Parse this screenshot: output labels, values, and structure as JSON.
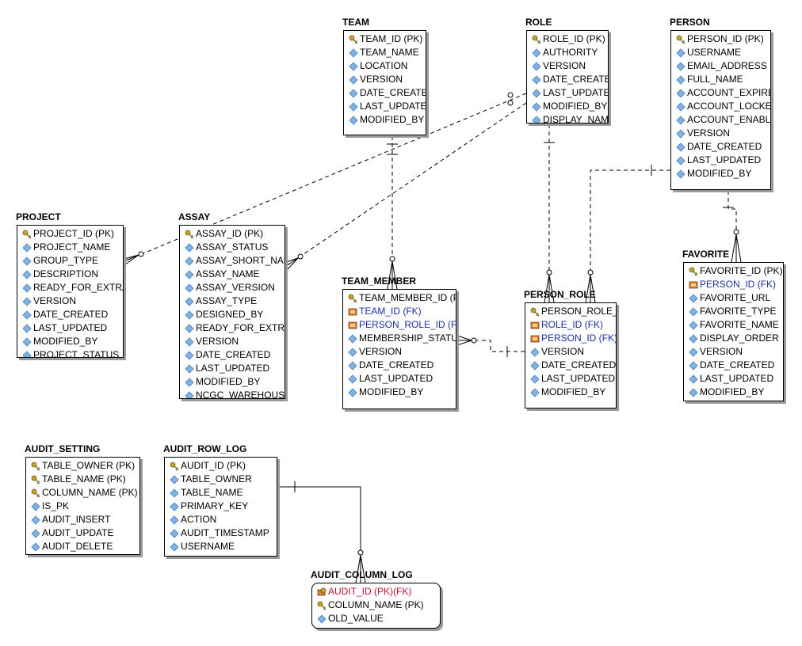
{
  "tables": [
    {
      "id": "team",
      "name": "TEAM",
      "cols": [
        {
          "name": "TEAM_ID (PK)",
          "kind": "pk"
        },
        {
          "name": "TEAM_NAME",
          "kind": "col"
        },
        {
          "name": "LOCATION",
          "kind": "col"
        },
        {
          "name": "VERSION",
          "kind": "col"
        },
        {
          "name": "DATE_CREATE",
          "kind": "col"
        },
        {
          "name": "LAST_UPDATE",
          "kind": "col"
        },
        {
          "name": "MODIFIED_BY",
          "kind": "col"
        }
      ]
    },
    {
      "id": "role",
      "name": "ROLE",
      "cols": [
        {
          "name": "ROLE_ID (PK)",
          "kind": "pk"
        },
        {
          "name": "AUTHORITY",
          "kind": "col"
        },
        {
          "name": "VERSION",
          "kind": "col"
        },
        {
          "name": "DATE_CREATE",
          "kind": "col"
        },
        {
          "name": "LAST_UPDATE",
          "kind": "col"
        },
        {
          "name": "MODIFIED_BY",
          "kind": "col"
        },
        {
          "name": "DISPLAY_NAME",
          "kind": "col"
        }
      ]
    },
    {
      "id": "person",
      "name": "PERSON",
      "cols": [
        {
          "name": "PERSON_ID (PK)",
          "kind": "pk"
        },
        {
          "name": "USERNAME",
          "kind": "col"
        },
        {
          "name": "EMAIL_ADDRESS",
          "kind": "col"
        },
        {
          "name": "FULL_NAME",
          "kind": "col"
        },
        {
          "name": "ACCOUNT_EXPIRE",
          "kind": "col"
        },
        {
          "name": "ACCOUNT_LOCKE",
          "kind": "col"
        },
        {
          "name": "ACCOUNT_ENABLE",
          "kind": "col"
        },
        {
          "name": "VERSION",
          "kind": "col"
        },
        {
          "name": "DATE_CREATED",
          "kind": "col"
        },
        {
          "name": "LAST_UPDATED",
          "kind": "col"
        },
        {
          "name": "MODIFIED_BY",
          "kind": "col"
        }
      ]
    },
    {
      "id": "project",
      "name": "PROJECT",
      "cols": [
        {
          "name": "PROJECT_ID (PK)",
          "kind": "pk"
        },
        {
          "name": "PROJECT_NAME",
          "kind": "col"
        },
        {
          "name": "GROUP_TYPE",
          "kind": "col"
        },
        {
          "name": "DESCRIPTION",
          "kind": "col"
        },
        {
          "name": "READY_FOR_EXTRA",
          "kind": "col"
        },
        {
          "name": "VERSION",
          "kind": "col"
        },
        {
          "name": "DATE_CREATED",
          "kind": "col"
        },
        {
          "name": "LAST_UPDATED",
          "kind": "col"
        },
        {
          "name": "MODIFIED_BY",
          "kind": "col"
        },
        {
          "name": "PROJECT_STATUS",
          "kind": "col"
        }
      ]
    },
    {
      "id": "assay",
      "name": "ASSAY",
      "cols": [
        {
          "name": "ASSAY_ID (PK)",
          "kind": "pk"
        },
        {
          "name": "ASSAY_STATUS",
          "kind": "col"
        },
        {
          "name": "ASSAY_SHORT_NAM",
          "kind": "col"
        },
        {
          "name": "ASSAY_NAME",
          "kind": "col"
        },
        {
          "name": "ASSAY_VERSION",
          "kind": "col"
        },
        {
          "name": "ASSAY_TYPE",
          "kind": "col"
        },
        {
          "name": "DESIGNED_BY",
          "kind": "col"
        },
        {
          "name": "READY_FOR_EXTRA",
          "kind": "col"
        },
        {
          "name": "VERSION",
          "kind": "col"
        },
        {
          "name": "DATE_CREATED",
          "kind": "col"
        },
        {
          "name": "LAST_UPDATED",
          "kind": "col"
        },
        {
          "name": "MODIFIED_BY",
          "kind": "col"
        },
        {
          "name": "NCGC_WAREHOUSE",
          "kind": "col"
        }
      ]
    },
    {
      "id": "team_member",
      "name": "TEAM_MEMBER",
      "cols": [
        {
          "name": "TEAM_MEMBER_ID (PK)",
          "kind": "pk"
        },
        {
          "name": "TEAM_ID (FK)",
          "kind": "fk"
        },
        {
          "name": "PERSON_ROLE_ID (FK)",
          "kind": "fk"
        },
        {
          "name": "MEMBERSHIP_STATUS",
          "kind": "col"
        },
        {
          "name": "VERSION",
          "kind": "col"
        },
        {
          "name": "DATE_CREATED",
          "kind": "col"
        },
        {
          "name": "LAST_UPDATED",
          "kind": "col"
        },
        {
          "name": "MODIFIED_BY",
          "kind": "col"
        }
      ]
    },
    {
      "id": "person_role",
      "name": "PERSON_ROLE",
      "cols": [
        {
          "name": "PERSON_ROLE_ID (PK)",
          "kind": "pk"
        },
        {
          "name": "ROLE_ID (FK)",
          "kind": "fk"
        },
        {
          "name": "PERSON_ID (FK)",
          "kind": "fk"
        },
        {
          "name": "VERSION",
          "kind": "col"
        },
        {
          "name": "DATE_CREATED",
          "kind": "col"
        },
        {
          "name": "LAST_UPDATED",
          "kind": "col"
        },
        {
          "name": "MODIFIED_BY",
          "kind": "col"
        }
      ]
    },
    {
      "id": "favorite",
      "name": "FAVORITE",
      "cols": [
        {
          "name": "FAVORITE_ID (PK)",
          "kind": "pk"
        },
        {
          "name": "PERSON_ID (FK)",
          "kind": "fk"
        },
        {
          "name": "FAVORITE_URL",
          "kind": "col"
        },
        {
          "name": "FAVORITE_TYPE",
          "kind": "col"
        },
        {
          "name": "FAVORITE_NAME",
          "kind": "col"
        },
        {
          "name": "DISPLAY_ORDER",
          "kind": "col"
        },
        {
          "name": "VERSION",
          "kind": "col"
        },
        {
          "name": "DATE_CREATED",
          "kind": "col"
        },
        {
          "name": "LAST_UPDATED",
          "kind": "col"
        },
        {
          "name": "MODIFIED_BY",
          "kind": "col"
        }
      ]
    },
    {
      "id": "audit_setting",
      "name": "AUDIT_SETTING",
      "cols": [
        {
          "name": "TABLE_OWNER (PK)",
          "kind": "pk"
        },
        {
          "name": "TABLE_NAME (PK)",
          "kind": "pk"
        },
        {
          "name": "COLUMN_NAME (PK)",
          "kind": "pk"
        },
        {
          "name": "IS_PK",
          "kind": "col"
        },
        {
          "name": "AUDIT_INSERT",
          "kind": "col"
        },
        {
          "name": "AUDIT_UPDATE",
          "kind": "col"
        },
        {
          "name": "AUDIT_DELETE",
          "kind": "col"
        }
      ]
    },
    {
      "id": "audit_row_log",
      "name": "AUDIT_ROW_LOG",
      "cols": [
        {
          "name": "AUDIT_ID (PK)",
          "kind": "pk"
        },
        {
          "name": "TABLE_OWNER",
          "kind": "col"
        },
        {
          "name": "TABLE_NAME",
          "kind": "col"
        },
        {
          "name": "PRIMARY_KEY",
          "kind": "col"
        },
        {
          "name": "ACTION",
          "kind": "col"
        },
        {
          "name": "AUDIT_TIMESTAMP",
          "kind": "col"
        },
        {
          "name": "USERNAME",
          "kind": "col"
        }
      ]
    },
    {
      "id": "audit_column_log",
      "name": "AUDIT_COLUMN_LOG",
      "cols": [
        {
          "name": "AUDIT_ID (PK)(FK)",
          "kind": "pkfk"
        },
        {
          "name": "COLUMN_NAME (PK)",
          "kind": "pk"
        },
        {
          "name": "OLD_VALUE",
          "kind": "col"
        }
      ]
    }
  ],
  "relationships": [
    {
      "from": "team",
      "to": "team_member",
      "style": "dashed"
    },
    {
      "from": "role",
      "to": "person_role",
      "style": "dashed"
    },
    {
      "from": "person",
      "to": "person_role",
      "style": "dashed"
    },
    {
      "from": "person",
      "to": "favorite",
      "style": "dashed"
    },
    {
      "from": "person_role",
      "to": "team_member",
      "style": "dashed"
    },
    {
      "from": "role",
      "to": "project",
      "style": "dashed"
    },
    {
      "from": "role",
      "to": "assay",
      "style": "dashed"
    },
    {
      "from": "audit_row_log",
      "to": "audit_column_log",
      "style": "solid"
    }
  ],
  "colors": {
    "pk_icon": "#c9a227",
    "col_icon": "#7fb3e6",
    "fk_text": "#1c2fa0",
    "pkfk_text": "#c8102e",
    "line": "#000000"
  }
}
